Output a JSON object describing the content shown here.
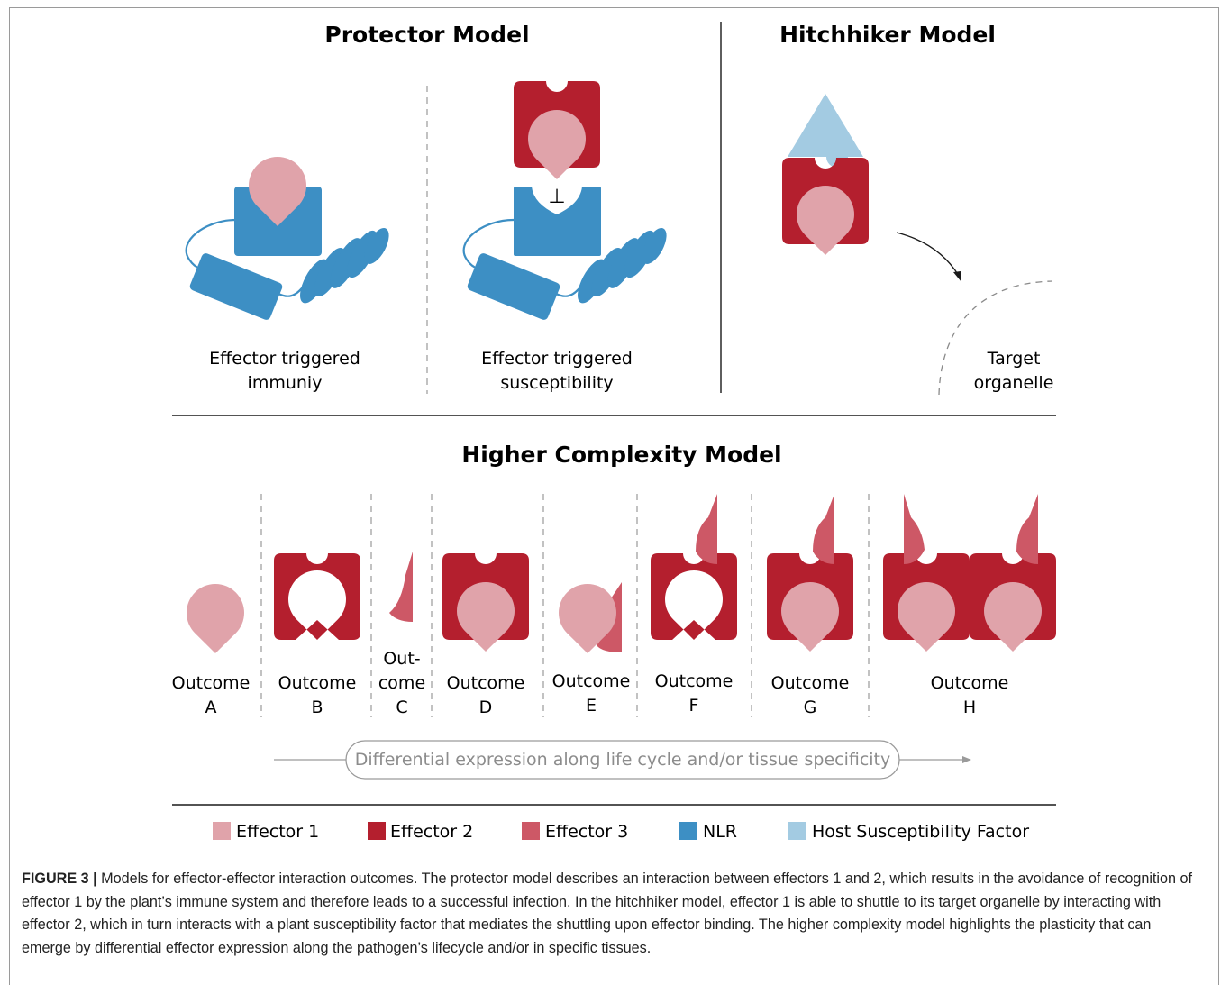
{
  "titles": {
    "protector": "Protector Model",
    "hitchhiker": "Hitchhiker Model",
    "higher": "Higher Complexity Model"
  },
  "protector_labels": {
    "eti_line1": "Effector triggered",
    "eti_line2": "immuniy",
    "ets_line1": "Effector triggered",
    "ets_line2": "susceptibility"
  },
  "hitchhiker_labels": {
    "target_line1": "Target",
    "target_line2": "organelle"
  },
  "outcomes": [
    {
      "line1": "Outcome",
      "line2": "A"
    },
    {
      "line1": "Outcome",
      "line2": "B"
    },
    {
      "line1": "Out-",
      "line2": "come",
      "line3": "C"
    },
    {
      "line1": "Outcome",
      "line2": "D"
    },
    {
      "line1": "Outcome",
      "line2": "E"
    },
    {
      "line1": "Outcome",
      "line2": "F"
    },
    {
      "line1": "Outcome",
      "line2": "G"
    },
    {
      "line1": "Outcome",
      "line2": "H"
    }
  ],
  "expression_label": "Differential expression along life cycle and/or tissue specificity",
  "legend": [
    {
      "label": "Effector 1",
      "color": "#e0a3aa"
    },
    {
      "label": "Effector 2",
      "color": "#b41f2e"
    },
    {
      "label": "Effector 3",
      "color": "#cd5866"
    },
    {
      "label": "NLR",
      "color": "#3d8fc4"
    },
    {
      "label": "Host Susceptibility Factor",
      "color": "#a3cbe2"
    }
  ],
  "caption": {
    "label": "FIGURE 3 |",
    "text": " Models for effector-effector interaction outcomes. The protector model describes an interaction between effectors 1 and 2, which results in the avoidance of recognition of effector 1 by the plant’s immune system and therefore leads to a successful infection. In the hitchhiker model, effector 1 is able to shuttle to its target organelle by interacting with effector 2, which in turn interacts with a plant susceptibility factor that mediates the shuttling upon effector binding. The higher complexity model highlights the plasticity that can emerge by differential effector expression along the pathogen’s lifecycle and/or in specific tissues."
  }
}
